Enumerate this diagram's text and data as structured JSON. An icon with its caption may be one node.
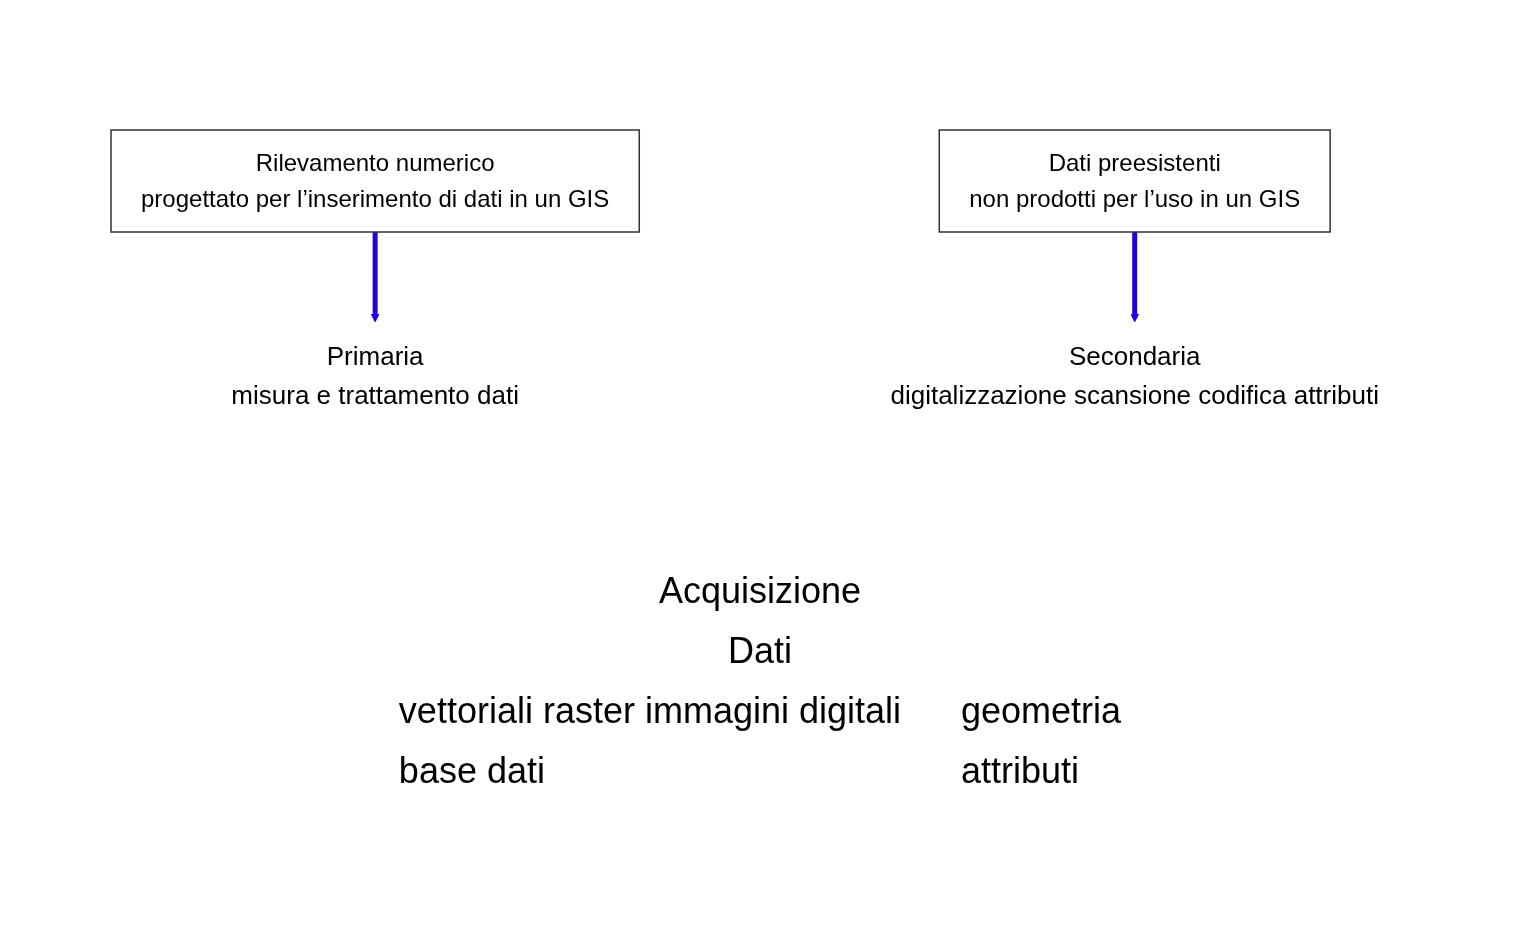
{
  "diagram": {
    "nodes": [
      {
        "text": [
          "Rilevamento numerico",
          "progettato per l’inserimento di dati in un GIS"
        ]
      },
      {
        "text": [
          "Dati preesistenti",
          "non prodotti per l’uso in un GIS"
        ]
      },
      {
        "text": [
          "Primaria",
          "misura e trattamento dati"
        ]
      },
      {
        "text": [
          "Secondaria",
          "digitalizzazione scansione codifica attributi"
        ]
      }
    ],
    "edges": [
      {
        "from": 0,
        "to": 2,
        "arrow": "to"
      },
      {
        "from": 1,
        "to": 3,
        "arrow": "to"
      }
    ],
    "labels": [
      "Acquisizione",
      "Dati",
      "vettoriali raster immagini digitali",
      "geometria",
      "base dati",
      "attributi"
    ]
  }
}
